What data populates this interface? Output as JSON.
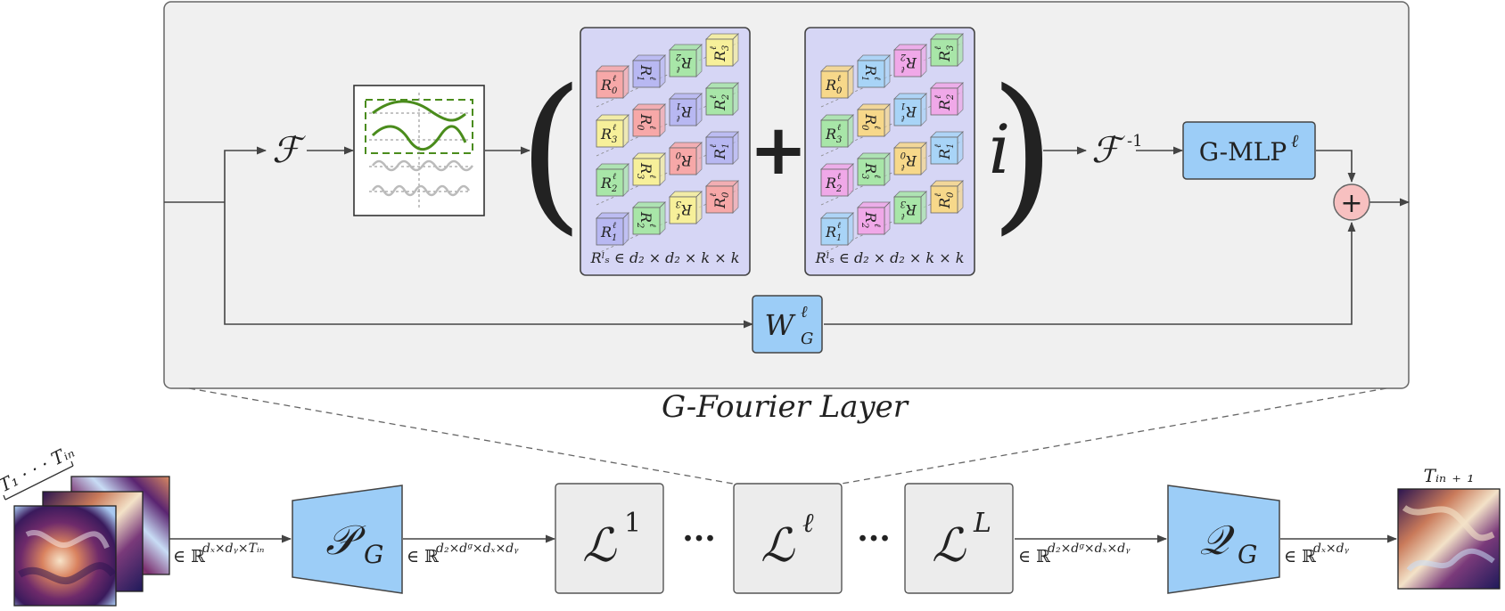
{
  "layer": {
    "title": "G-Fourier Layer",
    "fourier": "ℱ",
    "inverse_fourier": "ℱ",
    "inverse_exponent": "-1",
    "mlp_label": "G-MLP",
    "mlp_superscript": "ℓ",
    "weight_label": "W",
    "weight_sub": "G",
    "weight_sup": "ℓ",
    "plus_operator": "+",
    "imaginary": "i",
    "open_paren": "(",
    "close_paren": ")",
    "sum_node": "+"
  },
  "tensor_real": {
    "caption": "Rˡₛ ∈ d₂ × d₂ × k × k",
    "rows": [
      [
        {
          "sub": "0",
          "color": "#f7a8a8",
          "rot": 0
        },
        {
          "sub": "1",
          "color": "#b8b8f2",
          "rot": 90
        },
        {
          "sub": "2",
          "color": "#a8e6a8",
          "rot": 180
        },
        {
          "sub": "3",
          "color": "#f7f09a",
          "rot": 270
        }
      ],
      [
        {
          "sub": "3",
          "color": "#f7f09a",
          "rot": 0
        },
        {
          "sub": "0",
          "color": "#f7a8a8",
          "rot": 90
        },
        {
          "sub": "1",
          "color": "#b8b8f2",
          "rot": 180
        },
        {
          "sub": "2",
          "color": "#a8e6a8",
          "rot": 270
        }
      ],
      [
        {
          "sub": "2",
          "color": "#a8e6a8",
          "rot": 0
        },
        {
          "sub": "3",
          "color": "#f7f09a",
          "rot": 90
        },
        {
          "sub": "0",
          "color": "#f7a8a8",
          "rot": 180
        },
        {
          "sub": "1",
          "color": "#b8b8f2",
          "rot": 270
        }
      ],
      [
        {
          "sub": "1",
          "color": "#b8b8f2",
          "rot": 0
        },
        {
          "sub": "2",
          "color": "#a8e6a8",
          "rot": 90
        },
        {
          "sub": "3",
          "color": "#f7f09a",
          "rot": 180
        },
        {
          "sub": "0",
          "color": "#f7a8a8",
          "rot": 270
        }
      ]
    ]
  },
  "tensor_imag": {
    "caption": "Rˡₛ ∈ d₂ × d₂ × k × k",
    "rows": [
      [
        {
          "sub": "0",
          "color": "#f7d88a",
          "rot": 0
        },
        {
          "sub": "1",
          "color": "#a8d4f7",
          "rot": 90
        },
        {
          "sub": "2",
          "color": "#f0a8e8",
          "rot": 180
        },
        {
          "sub": "3",
          "color": "#a8e6a8",
          "rot": 270
        }
      ],
      [
        {
          "sub": "3",
          "color": "#a8e6a8",
          "rot": 0
        },
        {
          "sub": "0",
          "color": "#f7d88a",
          "rot": 90
        },
        {
          "sub": "1",
          "color": "#a8d4f7",
          "rot": 180
        },
        {
          "sub": "2",
          "color": "#f0a8e8",
          "rot": 270
        }
      ],
      [
        {
          "sub": "2",
          "color": "#f0a8e8",
          "rot": 0
        },
        {
          "sub": "3",
          "color": "#a8e6a8",
          "rot": 90
        },
        {
          "sub": "0",
          "color": "#f7d88a",
          "rot": 180
        },
        {
          "sub": "1",
          "color": "#a8d4f7",
          "rot": 270
        }
      ],
      [
        {
          "sub": "1",
          "color": "#a8d4f7",
          "rot": 0
        },
        {
          "sub": "2",
          "color": "#f0a8e8",
          "rot": 90
        },
        {
          "sub": "3",
          "color": "#a8e6a8",
          "rot": 180
        },
        {
          "sub": "0",
          "color": "#f7d88a",
          "rot": 270
        }
      ]
    ]
  },
  "pipeline": {
    "input_seq_label": "T₁ · · · Tᵢₙ",
    "input_dim": "∈ ℝ",
    "input_dim_sup": "dₓ×dᵧ×Tᵢₙ",
    "lift_label": "𝒫",
    "lift_sub": "G",
    "lift_dim": "∈ ℝ",
    "lift_dim_sup": "d₂×dᵍ×dₓ×dᵧ",
    "layer_first": "ℒ",
    "layer_first_sup": "1",
    "ellipsis_1": "···",
    "layer_mid": "ℒ",
    "layer_mid_sup": "ℓ",
    "ellipsis_2": "···",
    "layer_last": "ℒ",
    "layer_last_sup": "L",
    "layers_dim": "∈ ℝ",
    "layers_dim_sup": "d₂×dᵍ×dₓ×dᵧ",
    "proj_label": "𝒬",
    "proj_sub": "G",
    "proj_dim": "∈ ℝ",
    "proj_dim_sup": "dₓ×dᵧ",
    "output_label": "Tᵢₙ ₊ ₁"
  },
  "colors": {
    "panel_bg": "#f0f0f0",
    "blue_box": "#9ccdf7",
    "tensor_bg": "#d6d6f5",
    "sum_node": "#f7c0c0",
    "grey_box": "#ececec",
    "curve_green": "#4a8c1c"
  }
}
